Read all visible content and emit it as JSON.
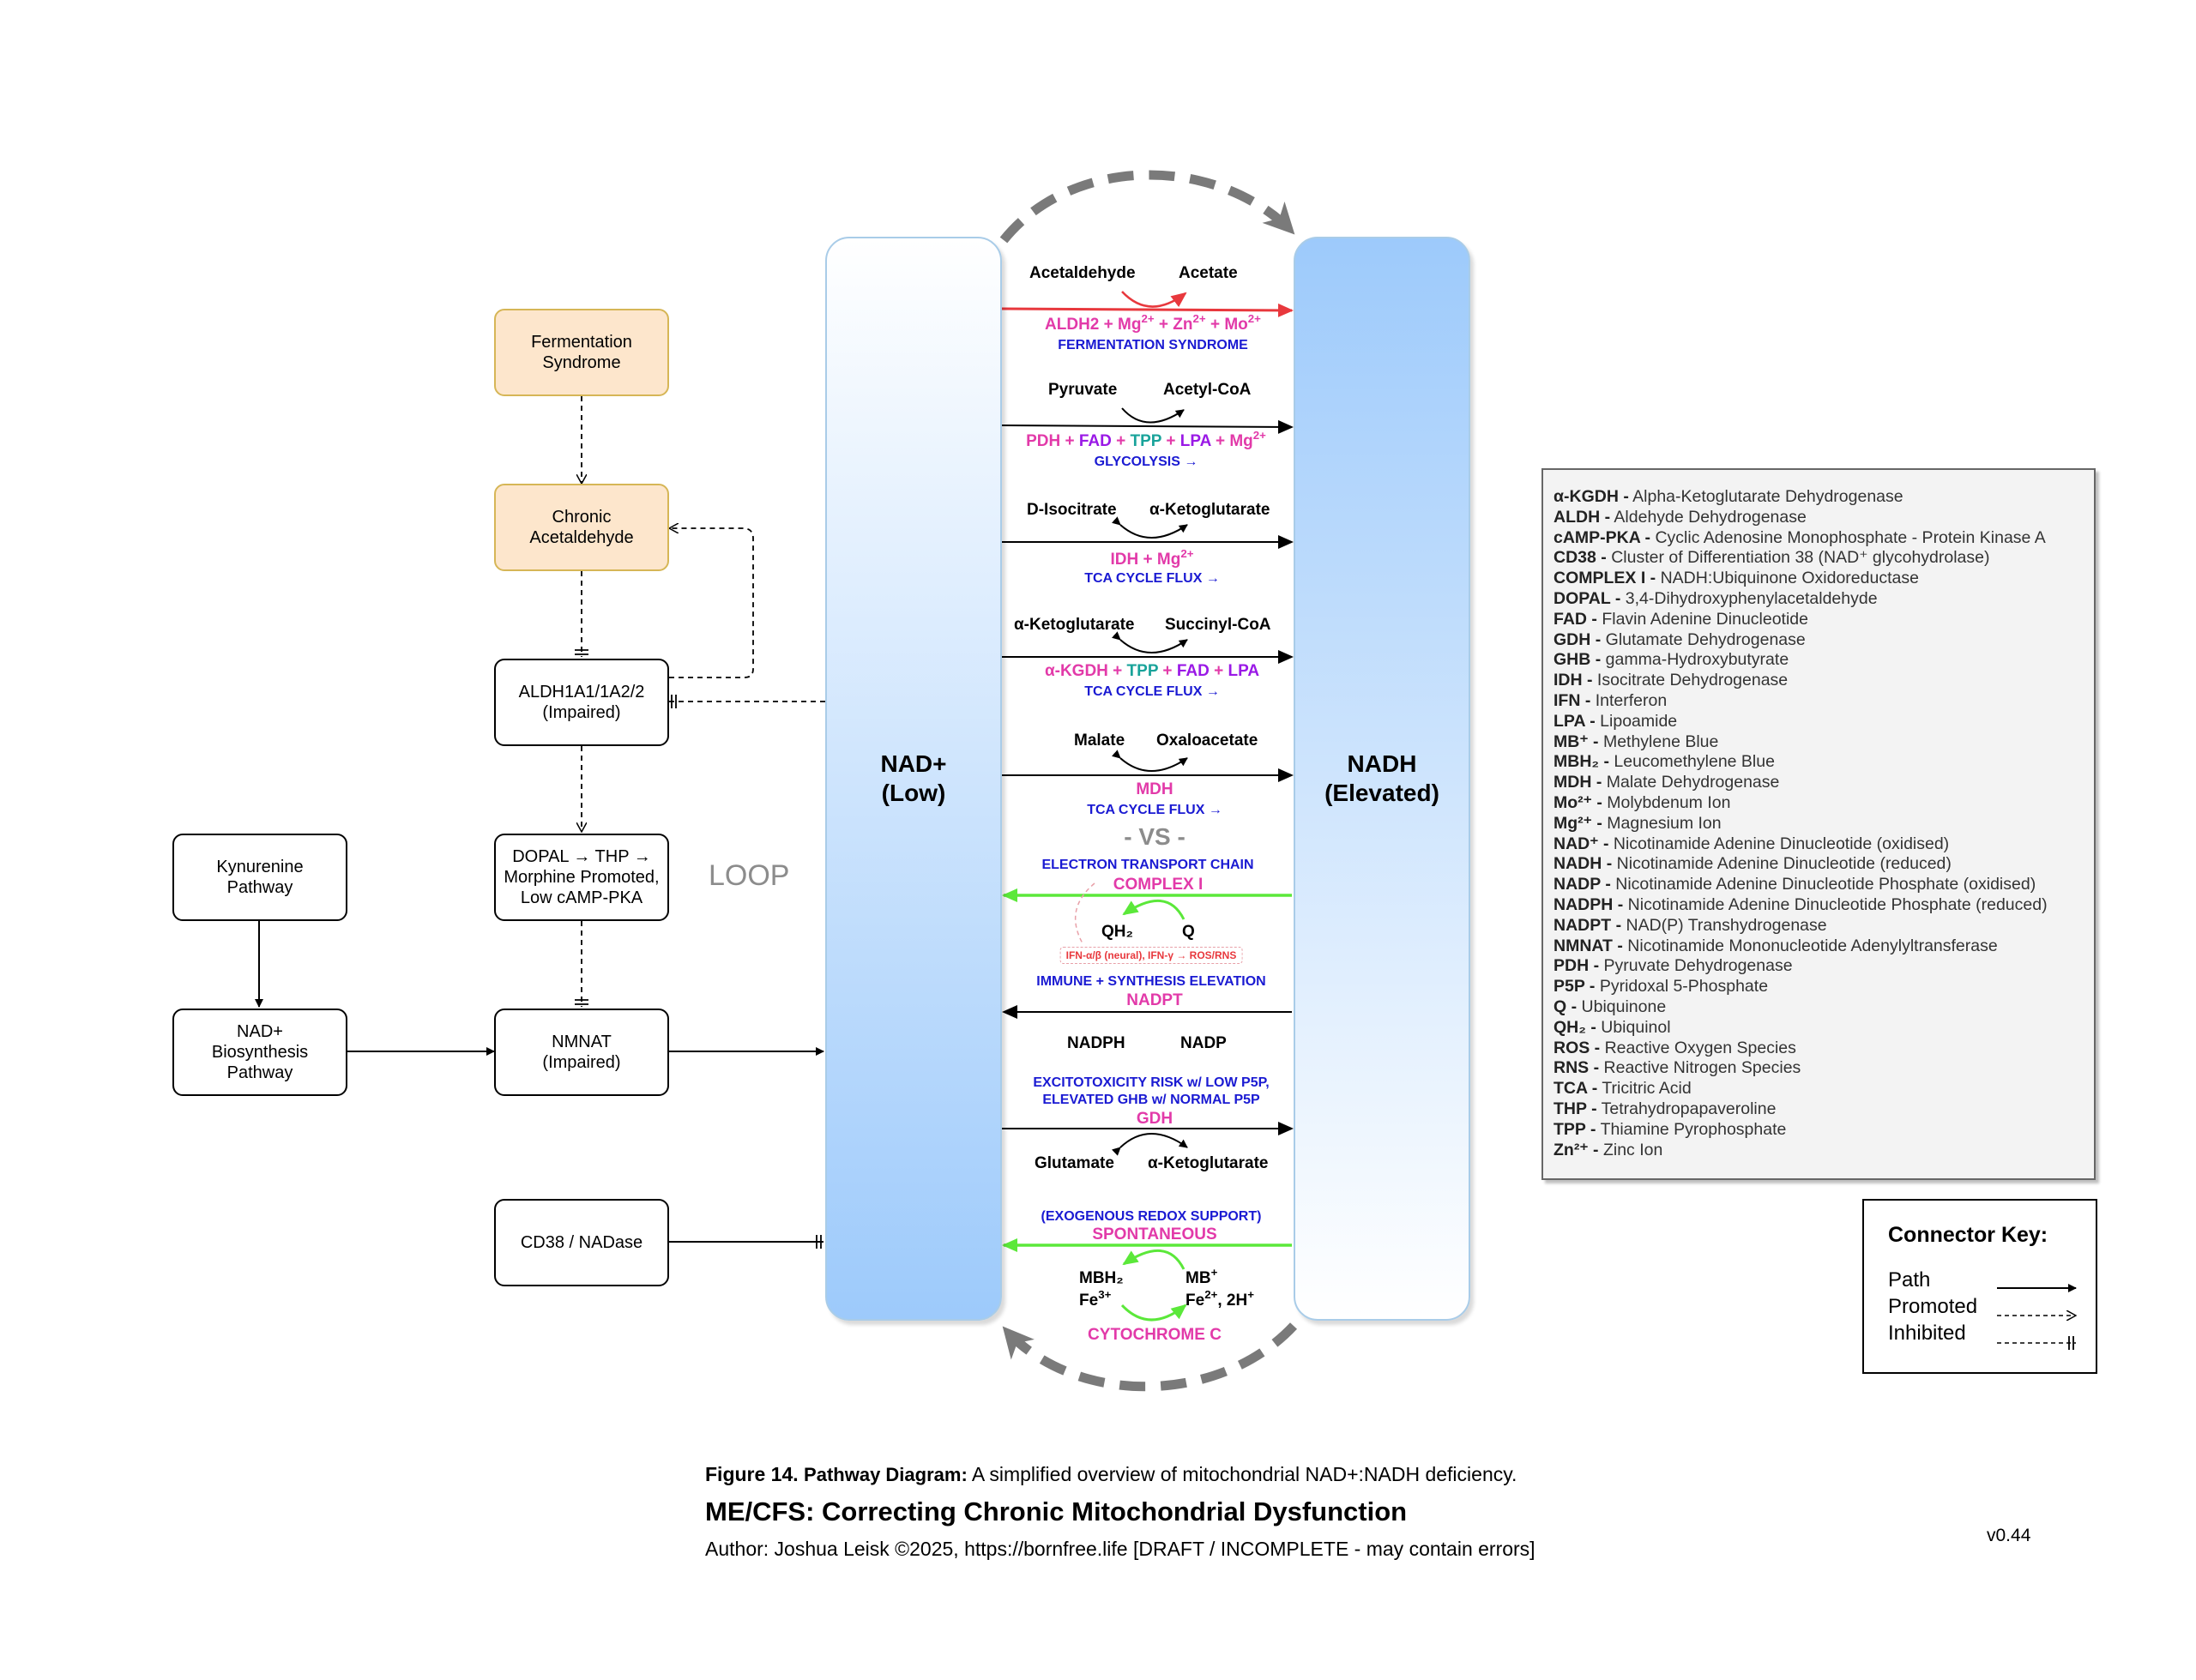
{
  "nodes": {
    "fermentation": "Fermentation\nSyndrome",
    "chronic_acetaldehyde": "Chronic\nAcetaldehyde",
    "aldh": "ALDH1A1/1A2/2\n(Impaired)",
    "dopal": "DOPAL → THP →\nMorphine Promoted,\nLow cAMP-PKA",
    "nmnat": "NMNAT\n(Impaired)",
    "kynurenine": "Kynurenine\nPathway",
    "biosynthesis": "NAD+\nBiosynthesis\nPathway",
    "cd38": "CD38 / NADase",
    "loop": "LOOP"
  },
  "columns": {
    "nad": "NAD+\n(Low)",
    "nadh": "NADH\n(Elevated)"
  },
  "reactions": {
    "r1": {
      "left": "Acetaldehyde",
      "right": "Acetate",
      "label": "FERMENTATION SYNDROME",
      "cofactors": [
        "ALDH2",
        "Mg",
        "2+",
        "Zn",
        "2+",
        "Mo",
        "2+"
      ]
    },
    "r2": {
      "left": "Pyruvate",
      "right": "Acetyl-CoA",
      "label": "GLYCOLYSIS →",
      "cofactors": [
        "PDH",
        "FAD",
        "TPP",
        "LPA",
        "Mg",
        "2+"
      ]
    },
    "r3": {
      "left": "D-Isocitrate",
      "right": "α-Ketoglutarate",
      "label": "TCA CYCLE FLUX →",
      "cofactors": [
        "IDH",
        "Mg",
        "2+"
      ]
    },
    "r4": {
      "left": "α-Ketoglutarate",
      "right": "Succinyl-CoA",
      "label": "TCA CYCLE FLUX →",
      "cofactors": [
        "α-KGDH",
        "TPP",
        "FAD",
        "LPA"
      ]
    },
    "r5": {
      "left": "Malate",
      "right": "Oxaloacetate",
      "enzyme": "MDH",
      "label": "TCA CYCLE FLUX →"
    },
    "vs": "- VS -",
    "r6": {
      "header": "ELECTRON TRANSPORT CHAIN",
      "enzyme": "COMPLEX I",
      "left": "QH₂",
      "right": "Q",
      "note": "IFN-α/β (neural), IFN-γ → ROS/RNS"
    },
    "r7": {
      "header": "IMMUNE + SYNTHESIS ELEVATION",
      "enzyme": "NADPT",
      "left": "NADPH",
      "right": "NADP"
    },
    "r8": {
      "header1": "EXCITOTOXICITY RISK w/ LOW P5P,",
      "header2": "ELEVATED GHB w/ NORMAL P5P",
      "enzyme": "GDH",
      "left": "Glutamate",
      "right": "α-Ketoglutarate"
    },
    "r9": {
      "header": "(EXOGENOUS REDOX SUPPORT)",
      "enzyme": "SPONTANEOUS",
      "left1": "MBH₂",
      "left2": "Fe",
      "left2_sup": "3+",
      "right1": "MB",
      "right1_sup": "+",
      "right2": "Fe",
      "right2_sup": "2+",
      "right2_tail": ", 2H",
      "right2_tail_sup": "+",
      "bottom": "CYTOCHROME C"
    }
  },
  "legend": [
    [
      "α-KGDH -",
      "Alpha-Ketoglutarate Dehydrogenase"
    ],
    [
      "ALDH -",
      "Aldehyde Dehydrogenase"
    ],
    [
      "cAMP-PKA -",
      "Cyclic Adenosine Monophosphate - Protein Kinase A"
    ],
    [
      "CD38 -",
      "Cluster of Differentiation 38 (NAD⁺ glycohydrolase)"
    ],
    [
      "COMPLEX I -",
      "NADH:Ubiquinone Oxidoreductase"
    ],
    [
      "DOPAL -",
      "3,4-Dihydroxyphenylacetaldehyde"
    ],
    [
      "FAD -",
      "Flavin Adenine Dinucleotide"
    ],
    [
      "GDH -",
      "Glutamate Dehydrogenase"
    ],
    [
      "GHB -",
      "gamma-Hydroxybutyrate"
    ],
    [
      "IDH -",
      "Isocitrate Dehydrogenase"
    ],
    [
      "IFN -",
      "Interferon"
    ],
    [
      "LPA -",
      "Lipoamide"
    ],
    [
      "MB⁺ -",
      "Methylene Blue"
    ],
    [
      "MBH₂ -",
      "Leucomethylene Blue"
    ],
    [
      "MDH -",
      "Malate Dehydrogenase"
    ],
    [
      "Mo²⁺ -",
      "Molybdenum Ion"
    ],
    [
      "Mg²⁺ -",
      "Magnesium Ion"
    ],
    [
      "NAD⁺ -",
      "Nicotinamide Adenine Dinucleotide (oxidised)"
    ],
    [
      "NADH -",
      "Nicotinamide Adenine Dinucleotide (reduced)"
    ],
    [
      "NADP -",
      "Nicotinamide Adenine Dinucleotide Phosphate (oxidised)"
    ],
    [
      "NADPH -",
      "Nicotinamide Adenine Dinucleotide Phosphate (reduced)"
    ],
    [
      "NADPT -",
      "NAD(P) Transhydrogenase"
    ],
    [
      "NMNAT -",
      "Nicotinamide Mononucleotide Adenylyltransferase"
    ],
    [
      "PDH -",
      "Pyruvate Dehydrogenase"
    ],
    [
      "P5P -",
      "Pyridoxal 5-Phosphate"
    ],
    [
      "Q -",
      "Ubiquinone"
    ],
    [
      "QH₂ -",
      "Ubiquinol"
    ],
    [
      "ROS -",
      "Reactive Oxygen Species"
    ],
    [
      "RNS -",
      "Reactive Nitrogen Species"
    ],
    [
      "TCA -",
      "Tricitric Acid"
    ],
    [
      "THP -",
      "Tetrahydropapaveroline"
    ],
    [
      "TPP -",
      "Thiamine Pyrophosphate"
    ],
    [
      "Zn²⁺ -",
      "Zinc Ion"
    ]
  ],
  "connector_key": {
    "title": "Connector Key:",
    "path": "Path",
    "promoted": "Promoted",
    "inhibited": "Inhibited"
  },
  "caption": {
    "figure": "Figure 14.",
    "subtitle": "Pathway Diagram:",
    "description": "A simplified overview of mitochondrial NAD+:NADH deficiency.",
    "title": "ME/CFS: Correcting Chronic Mitochondrial Dysfunction",
    "author": "Author: Joshua Leisk ©2025, https://bornfree.life [DRAFT / INCOMPLETE - may contain errors]",
    "version": "v0.44"
  },
  "colors": {
    "fermentation_arrow": "#e8383d",
    "etc_arrow": "#5be83a",
    "cofactor_pink": "#e23aa9",
    "label_blue": "#1a1ad2",
    "tpp_teal": "#19a39a",
    "fad_purple": "#9a19e6",
    "loop_gray": "#7a7a7a",
    "orange_box": "#fde6cc"
  }
}
